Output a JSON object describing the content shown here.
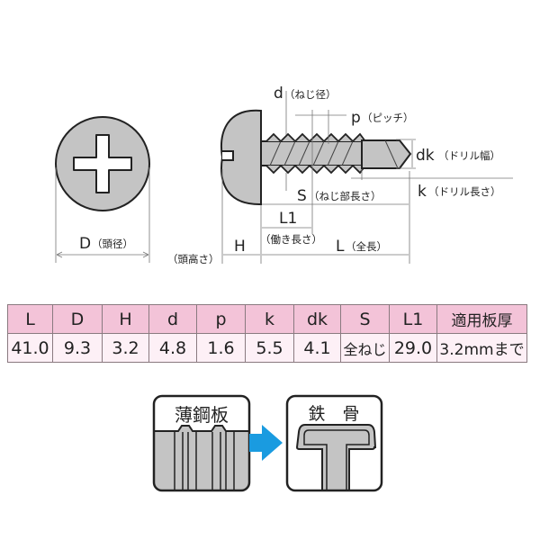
{
  "diagram": {
    "head_label": "D",
    "head_label_note": "（頭径）",
    "d_label": "d",
    "d_note": "（ねじ径）",
    "p_label": "p",
    "p_note": "（ピッチ）",
    "dk_label": "dk",
    "dk_note": "（ドリル幅）",
    "k_label": "k",
    "k_note": "（ドリル長さ）",
    "s_label": "S",
    "s_note": "（ねじ部長さ）",
    "l1_label": "L1",
    "l1_note": "（働き長さ）",
    "h_label": "H",
    "h_note": "（頭高さ）",
    "l_label": "L",
    "l_note": "（全長）"
  },
  "table": {
    "headers": [
      "L",
      "D",
      "H",
      "d",
      "p",
      "k",
      "dk",
      "S",
      "L1",
      "適用板厚"
    ],
    "values": [
      "41.0",
      "9.3",
      "3.2",
      "4.8",
      "1.6",
      "5.5",
      "4.1",
      "全ねじ",
      "29.0",
      "3.2mmまで"
    ]
  },
  "application": {
    "from_label": "薄鋼板",
    "to_label": "鉄　骨",
    "arrow_color": "#1a9be0"
  },
  "colors": {
    "header_bg": "#f3c3d8",
    "row_bg": "#fdf0f6",
    "metal": "#c4c4c4"
  }
}
